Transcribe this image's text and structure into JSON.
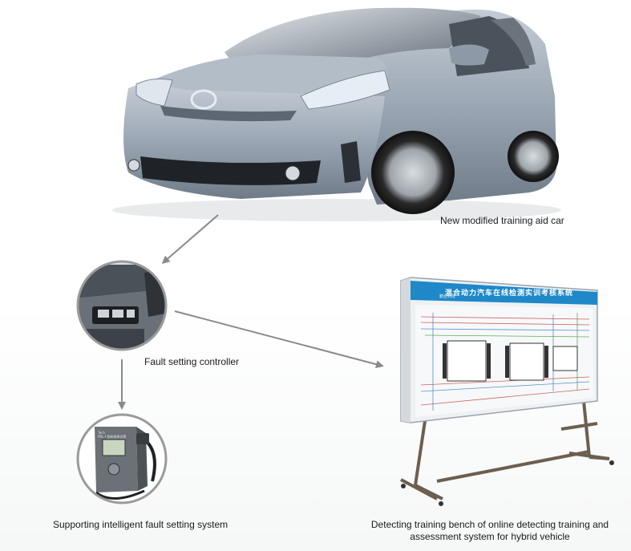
{
  "labels": {
    "car": "New modified training aid car",
    "controller": "Fault setting controller",
    "system": "Supporting intelligent fault setting system",
    "bench_line1": "Detecting training bench of online detecting training and",
    "bench_line2": "assessment system for hybrid vehicle"
  },
  "bench": {
    "title": "混合动力汽车在线检测实训考核系统",
    "logo_text": "鹏业科技"
  },
  "device": {
    "brand": "Tech",
    "model_line": "PRL-I 智能故障设置"
  },
  "colors": {
    "car_body": "#9aa6b3",
    "arrow": "#8a8a8a",
    "bench_header": "#1e88c8",
    "circle_border": "#9a9a9a"
  }
}
